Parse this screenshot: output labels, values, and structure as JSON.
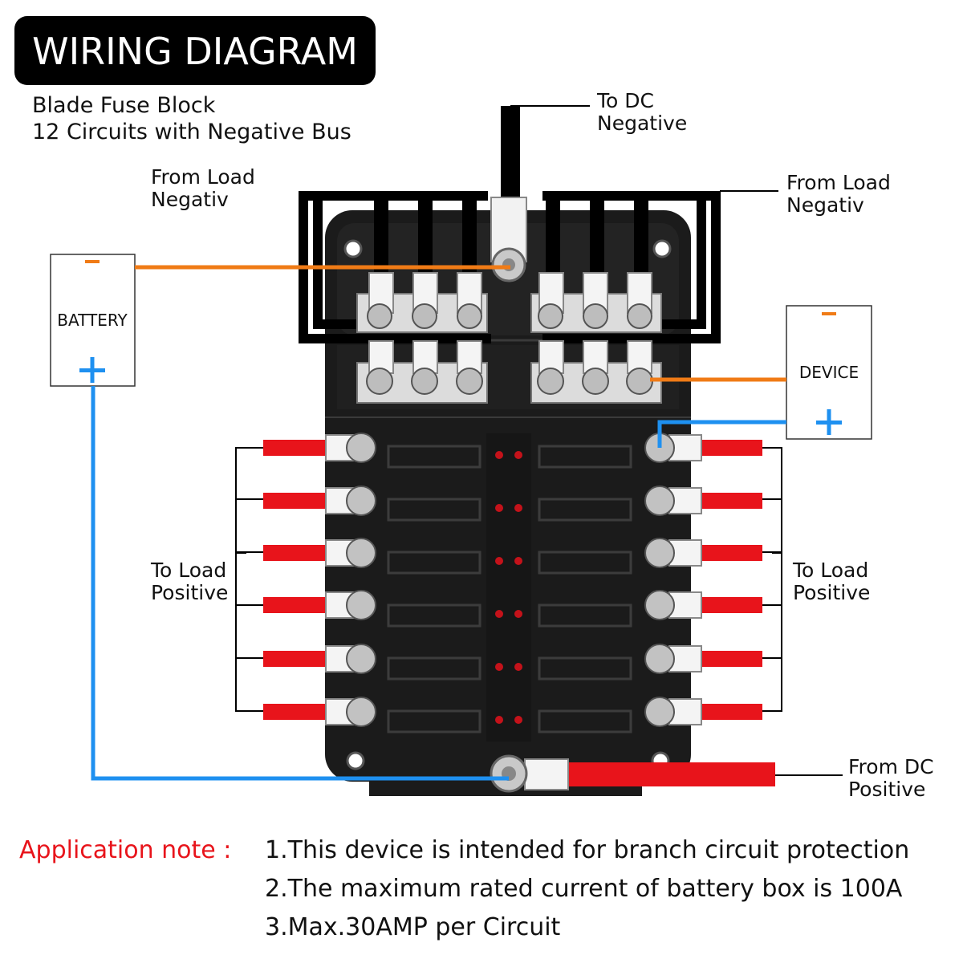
{
  "header": {
    "title": "WIRING DIAGRAM"
  },
  "subtitle": {
    "line1": "Blade Fuse Block",
    "line2": "12 Circuits with Negative Bus"
  },
  "labels": {
    "to_dc_negative": {
      "line1": "To DC",
      "line2": "Negative"
    },
    "from_load_negativ_left": {
      "line1": "From Load",
      "line2": "Negativ"
    },
    "from_load_negativ_right": {
      "line1": "From Load",
      "line2": "Negativ"
    },
    "to_load_positive_left": {
      "line1": "To Load",
      "line2": "Positive"
    },
    "to_load_positive_right": {
      "line1": "To Load",
      "line2": "Positive"
    },
    "from_dc_positive": {
      "line1": "From DC",
      "line2": "Positive"
    }
  },
  "battery": {
    "label": "BATTERY",
    "minus": "−",
    "plus": "+"
  },
  "device": {
    "label": "DEVICE",
    "minus": "−",
    "plus": "+"
  },
  "application_note": {
    "heading": "Application note :",
    "items": [
      "1.This device is intended for branch circuit protection",
      "2.The maximum rated current of battery box is 100A",
      "3.Max.30AMP per Circuit"
    ]
  },
  "colors": {
    "negative_wire": "#f07b16",
    "positive_wire": "#1e90f0",
    "red_wire": "#e8141b",
    "black_wire": "#000000",
    "block_body": "#1b1b1b",
    "heading_red": "#e8141b"
  },
  "circuits": {
    "per_side": 6,
    "total": 12
  }
}
